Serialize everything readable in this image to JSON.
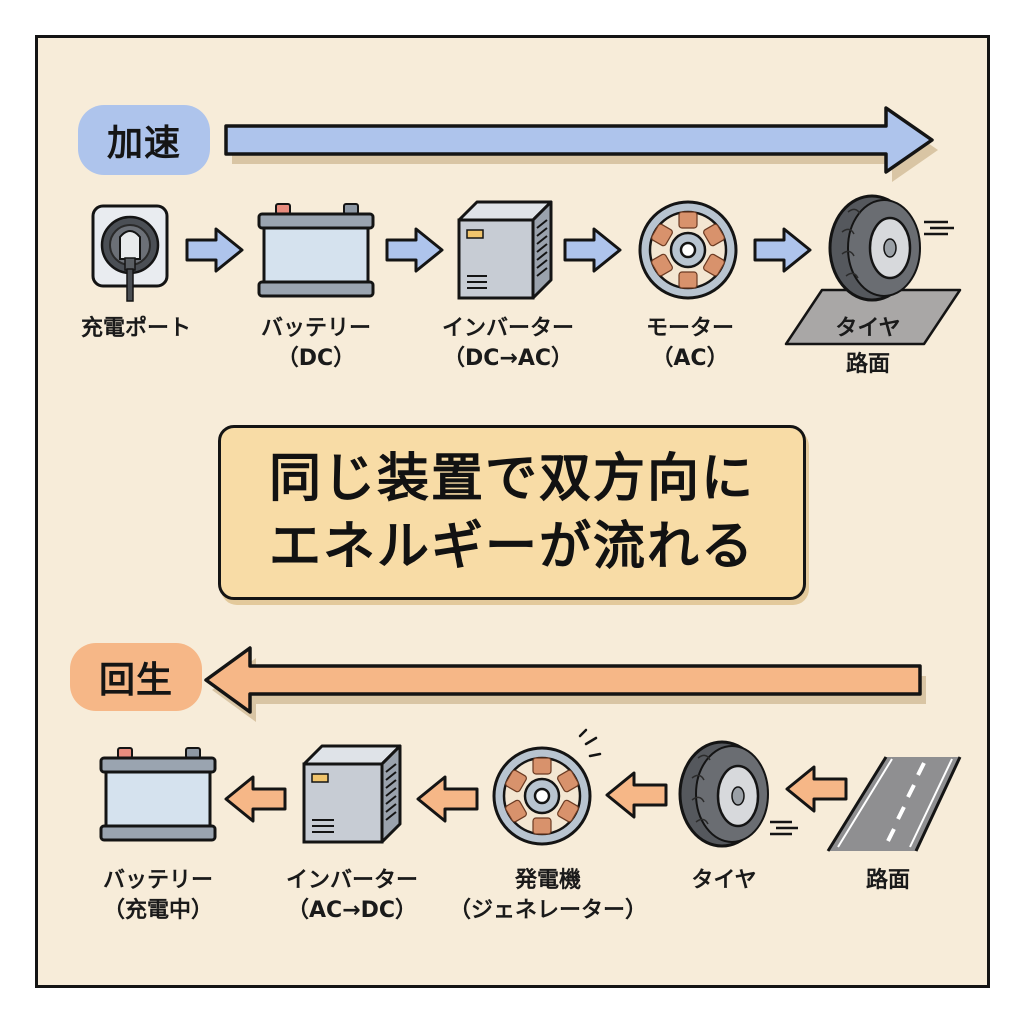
{
  "diagram": {
    "colors": {
      "background": "#f7ecd9",
      "accel_accent": "#aec4ec",
      "regen_accent": "#f6b787",
      "callout_fill": "#f8dca6",
      "outline": "#141414"
    },
    "acceleration": {
      "badge": "加速",
      "direction": "left-to-right",
      "steps": [
        {
          "icon": "charging-port-icon",
          "label": "充電ポート",
          "sub": ""
        },
        {
          "icon": "battery-icon",
          "label": "バッテリー",
          "sub": "（DC）"
        },
        {
          "icon": "inverter-icon",
          "label": "インバーター",
          "sub": "（DC→AC）"
        },
        {
          "icon": "motor-icon",
          "label": "モーター",
          "sub": "（AC）"
        },
        {
          "icon": "tire-icon",
          "label": "タイヤ",
          "sub": "路面"
        }
      ]
    },
    "callout": {
      "line1": "同じ装置で双方向に",
      "line2": "エネルギーが流れる"
    },
    "regeneration": {
      "badge": "回生",
      "direction": "right-to-left",
      "steps": [
        {
          "icon": "battery-icon",
          "label": "バッテリー",
          "sub": "（充電中）"
        },
        {
          "icon": "inverter-icon",
          "label": "インバーター",
          "sub": "（AC→DC）"
        },
        {
          "icon": "generator-icon",
          "label": "発電機",
          "sub": "（ジェネレーター）"
        },
        {
          "icon": "tire-icon",
          "label": "タイヤ",
          "sub": ""
        },
        {
          "icon": "road-icon",
          "label": "路面",
          "sub": ""
        }
      ]
    }
  }
}
